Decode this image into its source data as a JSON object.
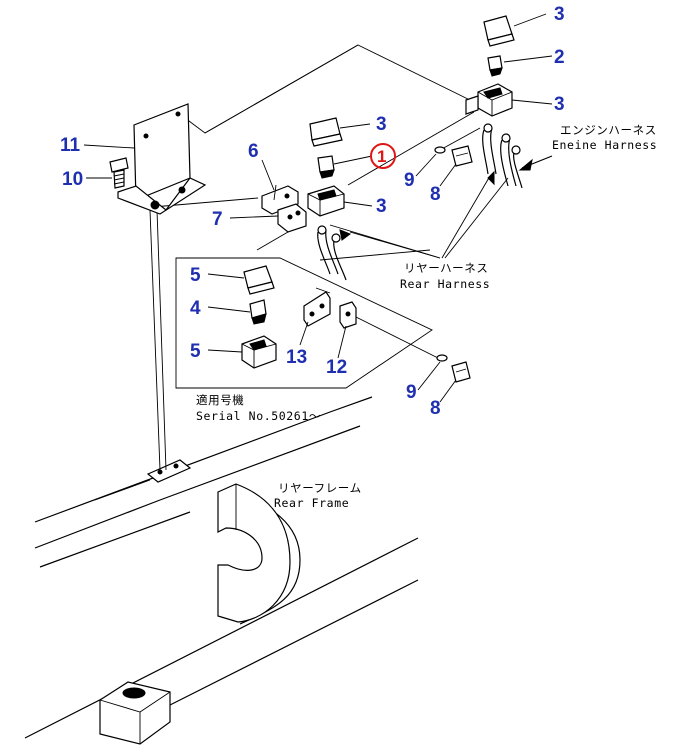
{
  "callouts": {
    "c1": "1",
    "c2": "2",
    "c3a": "3",
    "c3b": "3",
    "c3c": "3",
    "c3d": "3",
    "c4": "4",
    "c5a": "5",
    "c5b": "5",
    "c6": "6",
    "c7": "7",
    "c8a": "8",
    "c8b": "8",
    "c9a": "9",
    "c9b": "9",
    "c10": "10",
    "c11": "11",
    "c12": "12",
    "c13": "13"
  },
  "labels": {
    "engine_harness_jp": "エンジンハーネス",
    "engine_harness_en": "Eneine Harness",
    "rear_harness_jp": "リヤーハーネス",
    "rear_harness_en": "Rear Harness",
    "serial_jp": "適用号機",
    "serial_en": "Serial No.50261～",
    "rear_frame_jp": "リヤーフレーム",
    "rear_frame_en": "Rear Frame"
  },
  "colors": {
    "callout": "#1f2fb0",
    "highlight": "#e01616",
    "line": "#000000"
  }
}
